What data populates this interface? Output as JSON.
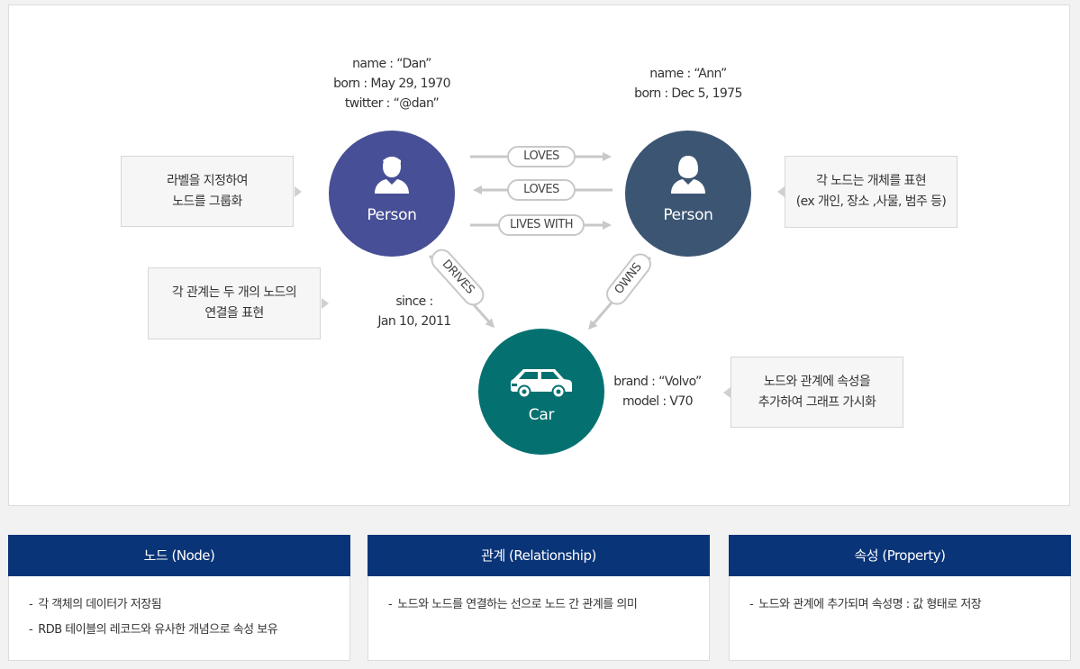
{
  "diagram": {
    "node_dan": {
      "label": "Person",
      "props": [
        "name : “Dan”",
        "born : May 29, 1970",
        "twitter : “@dan”"
      ],
      "color": "#474f96"
    },
    "node_ann": {
      "label": "Person",
      "props": [
        "name : “Ann”",
        "born : Dec 5, 1975"
      ],
      "color": "#3c5573"
    },
    "node_car": {
      "label": "Car",
      "props": [
        "brand : “Volvo”",
        "model : V70"
      ],
      "color": "#047170"
    },
    "edges": {
      "loves_1": "LOVES",
      "loves_2": "LOVES",
      "lives_with": "LIVES WITH",
      "drives": "DRIVES",
      "owns": "OWNS"
    },
    "drives_props": [
      "since :",
      "Jan 10, 2011"
    ],
    "callouts": {
      "label": [
        "라벨을 지정하여",
        "노드를 그룹화"
      ],
      "relationship": [
        "각 관계는 두 개의 노드의",
        "연결을 표현"
      ],
      "node": [
        "각 노드는 개체를 표현",
        "(ex 개인, 장소 ,사물, 범주 등)"
      ],
      "property": [
        "노드와 관계에 속성을",
        "추가하여 그래프 가시화"
      ]
    }
  },
  "cards": [
    {
      "title": "노드 (Node)",
      "items": [
        "각 객체의 데이터가 저장됨",
        "RDB 테이블의 레코드와 유사한 개념으로 속성 보유"
      ]
    },
    {
      "title": "관계 (Relationship)",
      "items": [
        "노드와 노드를 연결하는 선으로 노드 간 관계를 의미"
      ]
    },
    {
      "title": "속성 (Property)",
      "items": [
        "노드와 관계에 추가되며 속성명 : 값 형태로 저장"
      ]
    }
  ],
  "colors": {
    "card_header": "#0a3478",
    "arrow": "#c8c8c8"
  },
  "icons": {
    "person": "person-icon",
    "car": "car-icon"
  }
}
